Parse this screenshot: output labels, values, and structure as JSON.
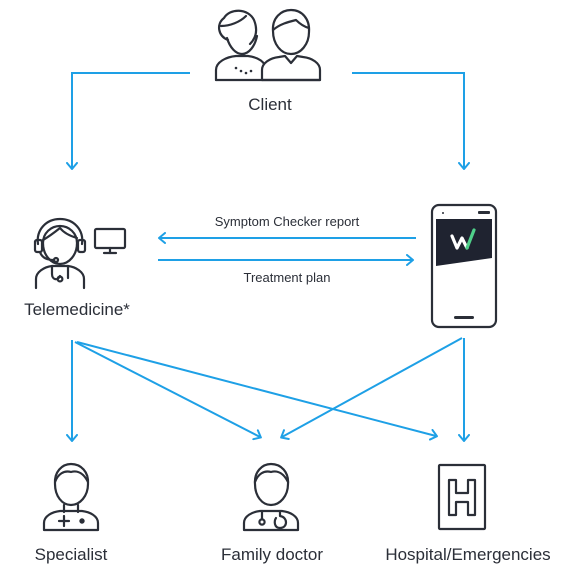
{
  "nodes": {
    "client": {
      "label": "Client",
      "icon": "couple-icon"
    },
    "telemedicine": {
      "label": "Telemedicine*",
      "icon": "doctor-headset-icon",
      "secondary_icon": "monitor-icon"
    },
    "app": {
      "icon": "smartphone-app-icon",
      "logo_icon": "w-logo-icon"
    },
    "specialist": {
      "label": "Specialist",
      "icon": "specialist-icon"
    },
    "family_doctor": {
      "label": "Family doctor",
      "icon": "doctor-stethoscope-icon"
    },
    "hospital": {
      "label": "Hospital/Emergencies",
      "icon": "hospital-h-icon"
    }
  },
  "edges": {
    "report": {
      "label": "Symptom Checker report"
    },
    "plan": {
      "label": "Treatment plan"
    }
  },
  "colors": {
    "arrow": "#1ea0e6",
    "ink": "#2b2f38",
    "app_screen": "#1f2330",
    "logo_green": "#4fd08a"
  }
}
